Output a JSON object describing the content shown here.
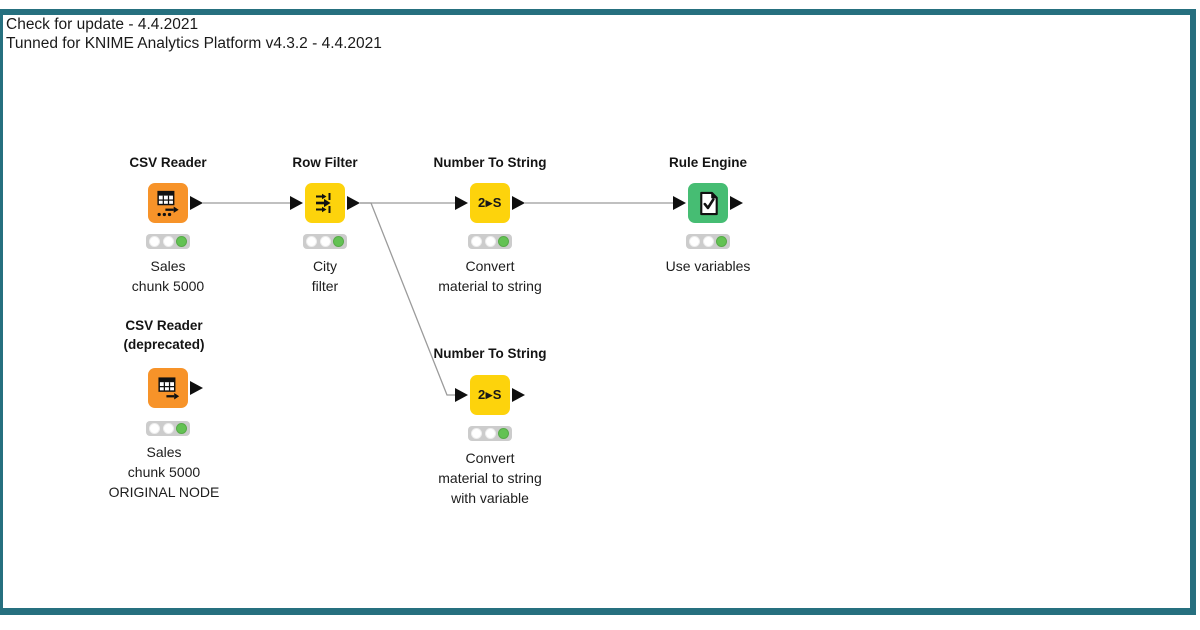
{
  "header": {
    "lines": [
      "Check for update - 4.4.2021",
      "Tunned for KNIME Analytics Platform v4.3.2 - 4.4.2021"
    ]
  },
  "colors": {
    "frame": "#26707f",
    "node_orange": "#f79329",
    "node_yellow": "#fdd30c",
    "node_green": "#46bd73",
    "traffic_bg": "#cccccc",
    "traffic_off": "#ffffff",
    "traffic_on": "#63c253",
    "connection": "#9b9b9b",
    "port": "#0f0f0f"
  },
  "nodes": [
    {
      "id": "csv-reader",
      "icon": "table-arrow-dots-icon",
      "status": "green",
      "title_lines": [
        "CSV Reader"
      ],
      "label_lines": [
        "Sales",
        "chunk 5000"
      ]
    },
    {
      "id": "row-filter",
      "icon": "row-filter-icon",
      "status": "green",
      "title_lines": [
        "Row Filter"
      ],
      "label_lines": [
        "City",
        "filter"
      ]
    },
    {
      "id": "number-to-string",
      "icon": "number-to-string-icon",
      "icon_text": "2▸S",
      "status": "green",
      "title_lines": [
        "Number To String"
      ],
      "label_lines": [
        "Convert",
        "material to string"
      ]
    },
    {
      "id": "rule-engine",
      "icon": "document-check-icon",
      "status": "green",
      "title_lines": [
        "Rule Engine"
      ],
      "label_lines": [
        "Use variables"
      ]
    },
    {
      "id": "csv-reader-deprecated",
      "icon": "table-arrow-icon",
      "status": "green",
      "title_lines": [
        "CSV Reader",
        "(deprecated)"
      ],
      "label_lines": [
        "Sales",
        "chunk 5000",
        "ORIGINAL NODE"
      ]
    },
    {
      "id": "number-to-string-variable",
      "icon": "number-to-string-icon",
      "icon_text": "2▸S",
      "status": "green",
      "title_lines": [
        "Number To String"
      ],
      "label_lines": [
        "Convert",
        "material to string",
        "with variable"
      ]
    }
  ]
}
